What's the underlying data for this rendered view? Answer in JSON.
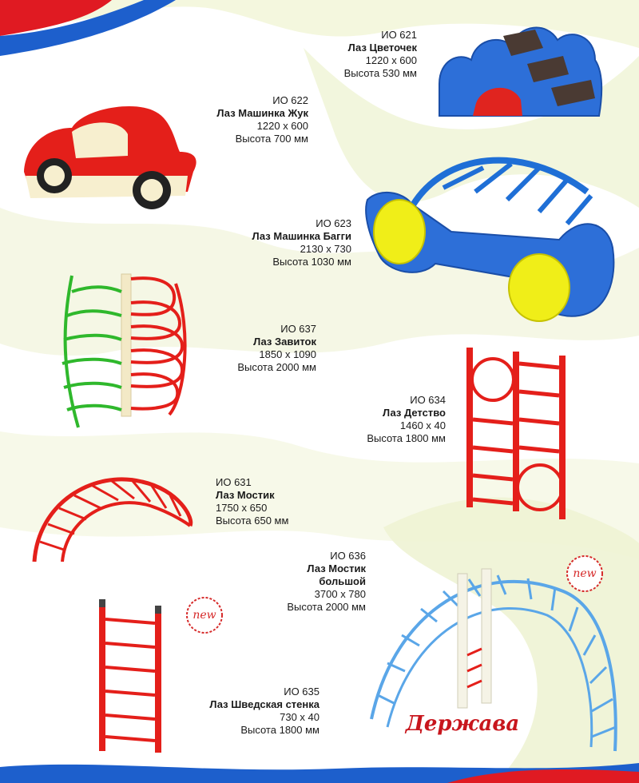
{
  "products": [
    {
      "id": "p621",
      "code": "ИО 621",
      "name": "Лаз Цветочек",
      "size": "1220 x 600",
      "height": "Высота 530 мм"
    },
    {
      "id": "p622",
      "code": "ИО 622",
      "name": "Лаз Машинка Жук",
      "size": "1220 x 600",
      "height": "Высота 700 мм"
    },
    {
      "id": "p623",
      "code": "ИО 623",
      "name": "Лаз Машинка Багги",
      "size": "2130 x 730",
      "height": "Высота 1030 мм"
    },
    {
      "id": "p637",
      "code": "ИО 637",
      "name": "Лаз Завиток",
      "size": "1850 x 1090",
      "height": "Высота 2000 мм"
    },
    {
      "id": "p634",
      "code": "ИО 634",
      "name": "Лаз Детство",
      "size": "1460 x 40",
      "height": "Высота 1800 мм"
    },
    {
      "id": "p631",
      "code": "ИО 631",
      "name": "Лаз Мостик",
      "size": "1750 x 650",
      "height": "Высота 650 мм"
    },
    {
      "id": "p636",
      "code": "ИО 636",
      "name": "Лаз Мостик",
      "name2": "большой",
      "size": "3700 x 780",
      "height": "Высота 2000 мм"
    },
    {
      "id": "p635",
      "code": "ИО 635",
      "name": "Лаз Шведская стенка",
      "size": "730 x 40",
      "height": "Высота 1800 мм"
    }
  ],
  "badges": {
    "new_left": "new",
    "new_right": "new"
  },
  "brand": {
    "logo": "Держава"
  },
  "colors": {
    "red": "#e8261f",
    "blue": "#1f6fd6",
    "green": "#2fb82c",
    "yellow": "#f0ee18",
    "lightblue": "#5aa6e8"
  }
}
